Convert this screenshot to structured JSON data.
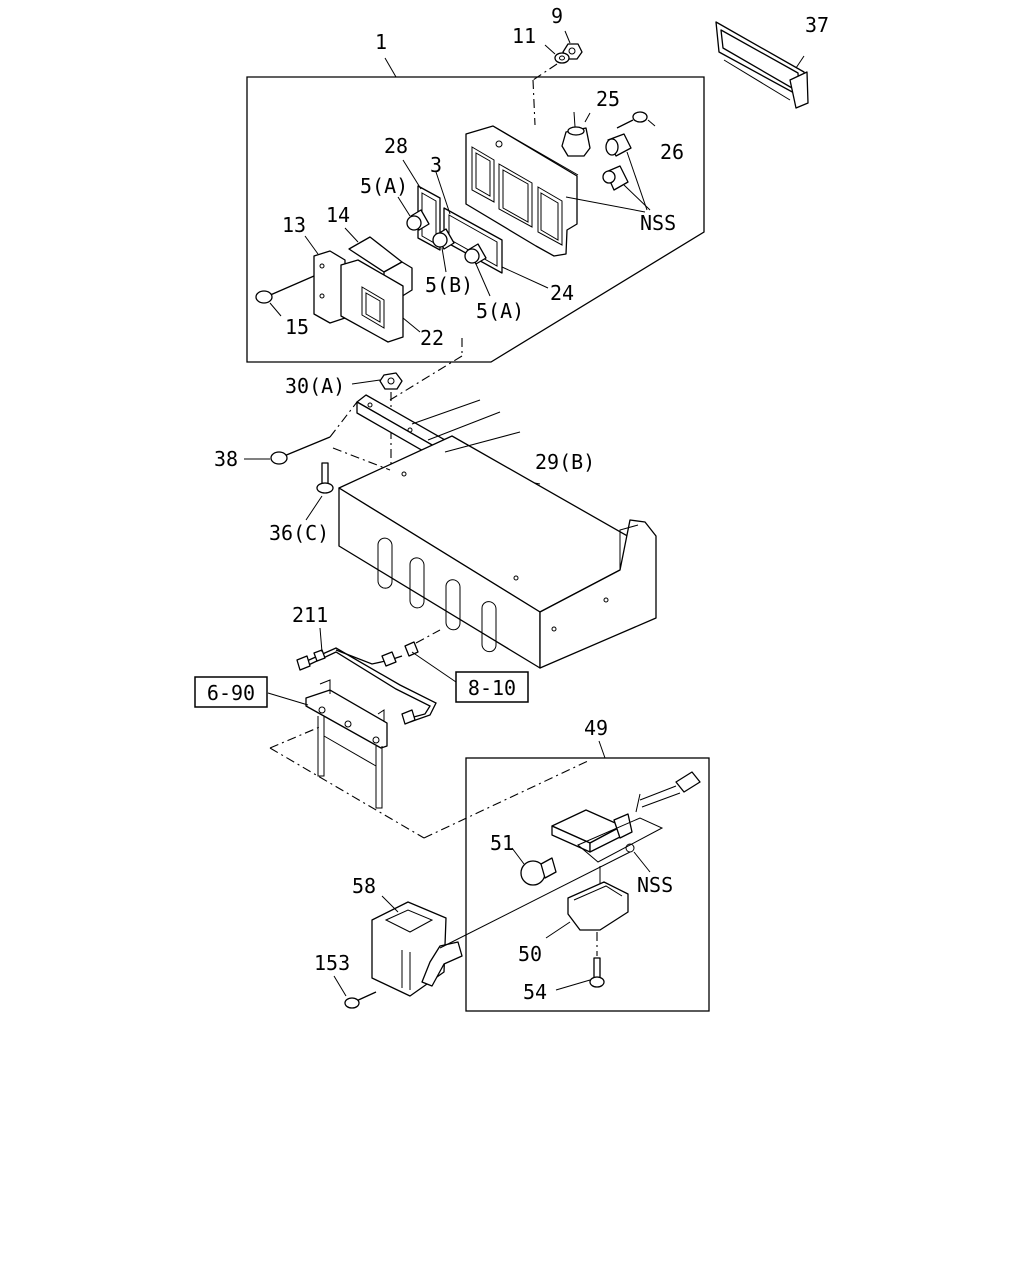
{
  "callouts": {
    "c1": "1",
    "c3": "3",
    "c5a1": "5(A)",
    "c5a2": "5(A)",
    "c5b": "5(B)",
    "c9": "9",
    "c11": "11",
    "c13": "13",
    "c14": "14",
    "c15": "15",
    "c22": "22",
    "c24": "24",
    "c25": "25",
    "c26": "26",
    "c28": "28",
    "c29b": "29(B)",
    "c30a": "30(A)",
    "c36c": "36(C)",
    "c37": "37",
    "c38": "38",
    "c49": "49",
    "c50": "50",
    "c51": "51",
    "c54": "54",
    "c58": "58",
    "c153": "153",
    "c211": "211",
    "nss1": "NSS",
    "nss2": "NSS"
  },
  "references": {
    "ref_6_90": "6-90",
    "ref_8_10": "8-10"
  }
}
